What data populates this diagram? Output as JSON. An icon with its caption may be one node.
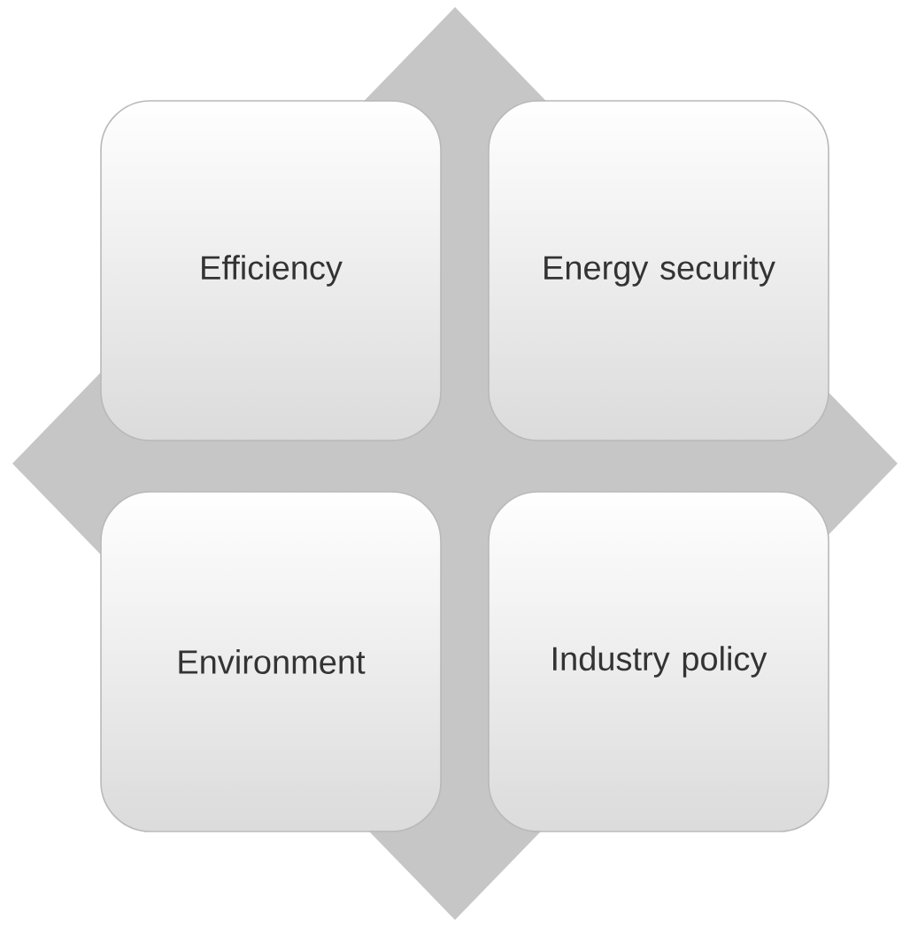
{
  "diagram": {
    "nodes": [
      {
        "text": [
          "Efficiency"
        ]
      },
      {
        "text": [
          "Energy security"
        ]
      },
      {
        "text": [
          "Environment"
        ]
      },
      {
        "text": [
          "Industry policy"
        ]
      }
    ]
  }
}
